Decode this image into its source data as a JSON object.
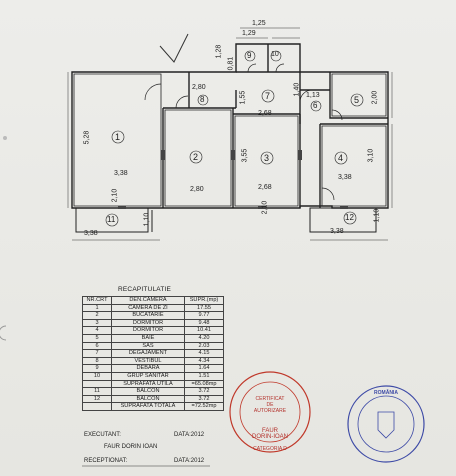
{
  "dimensions": {
    "top_1_29": "1,29",
    "top_1_25": "1,25",
    "left_1_28": "1,28",
    "v_0_81": "0,81",
    "h_2_80_top": "2,80",
    "v_1_55": "1,55",
    "v_1_40": "1,40",
    "h_2_68_top": "2,68",
    "h_1_13": "1,13",
    "v_2_00": "2,00",
    "v_5_28": "5,28",
    "v_3_55": "3,55",
    "v_3_10": "3,10",
    "h_3_38_a": "3,38",
    "h_2_80_b": "2,80",
    "h_2_68_b": "2,68",
    "h_3_38_b": "3,38",
    "h_3_38_c": "3,38",
    "h_3_38_d": "3,38",
    "v_1_10_a": "1,10",
    "v_1_10_b": "1,10",
    "h_2_10": "2,10",
    "h_2_10b": "2,10"
  },
  "rooms": [
    "1",
    "2",
    "3",
    "4",
    "5",
    "6",
    "7",
    "8",
    "9",
    "10",
    "11",
    "12"
  ],
  "recap": {
    "title": "RECAPITULATIE",
    "header": [
      "NR.CRT",
      "DEN.CAMERA",
      "SUPR.(mp)"
    ],
    "rows": [
      [
        "1",
        "CAMERA DE ZI",
        "17.55"
      ],
      [
        "2",
        "BUCATARIE",
        "9.77"
      ],
      [
        "3",
        "DORMITOR",
        "9.48"
      ],
      [
        "4",
        "DORMITOR",
        "10.41"
      ],
      [
        "5",
        "BAIE",
        "4.20"
      ],
      [
        "6",
        "SAS",
        "2.03"
      ],
      [
        "7",
        "DEGAJAMENT",
        "4.15"
      ],
      [
        "8",
        "VESTIBUL",
        "4.34"
      ],
      [
        "9",
        "DEBARA",
        "1.64"
      ],
      [
        "10",
        "GRUP SANITAR",
        "1.51"
      ],
      [
        "",
        "SUPRAFATA UTILA",
        "=65.08mp"
      ],
      [
        "11",
        "BALCON",
        "3.72"
      ],
      [
        "12",
        "BALCON",
        "3.72"
      ],
      [
        "",
        "SUPRAFATA TOTALA",
        "=72.52mp"
      ]
    ],
    "executant_label": "EXECUTANT:",
    "executant_date": "DATA:2012",
    "executant_name": "FAUR DORIN IOAN",
    "receptionat_label": "RECEPTIONAT:",
    "receptionat_date": "DATA:2012"
  },
  "stamp_red": {
    "line1": "CERTIFICAT",
    "line2": "DE",
    "line3": "AUTORIZARE",
    "line4": "FAUR",
    "line5": "DORIN-IOAN",
    "line6": "CATEGORIA D"
  },
  "stamp_blue": {
    "line1": "ROMÂNIA"
  },
  "colors": {
    "ink": "#1d1d1d",
    "stamp_red": "#c0392b",
    "stamp_blue": "#3d4aa6"
  }
}
